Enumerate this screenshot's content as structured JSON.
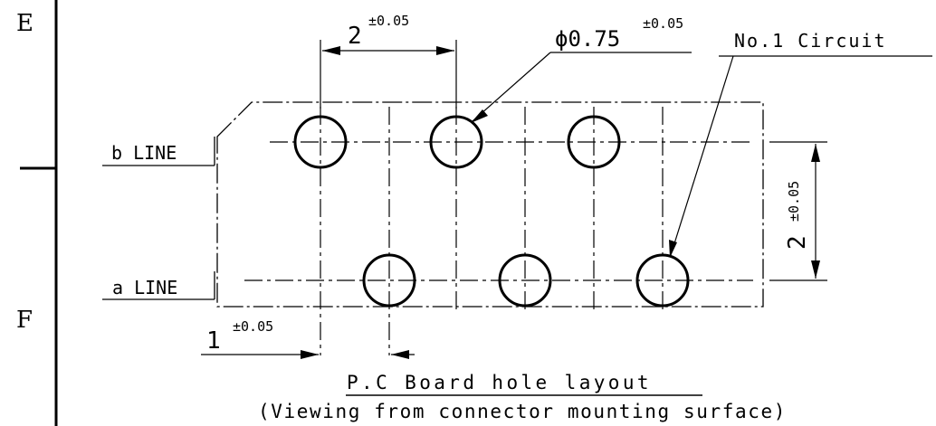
{
  "zones": {
    "top": "E",
    "bottom": "F"
  },
  "labels": {
    "b_line": "b LINE",
    "a_line": "a LINE",
    "circuit": "No.1 Circuit",
    "title": "P.C Board hole layout",
    "subtitle": "(Viewing from connector mounting surface)"
  },
  "dimensions": {
    "pitch": {
      "value": "2",
      "tol": "±0.05"
    },
    "hole": {
      "value": "ϕ0.75",
      "tol": "±0.05"
    },
    "row_spacing": {
      "value": "2",
      "tol": "±0.05"
    },
    "offset": {
      "value": "1",
      "tol": "±0.05"
    }
  },
  "holes": {
    "b_line_count": 3,
    "a_line_count": 3
  }
}
